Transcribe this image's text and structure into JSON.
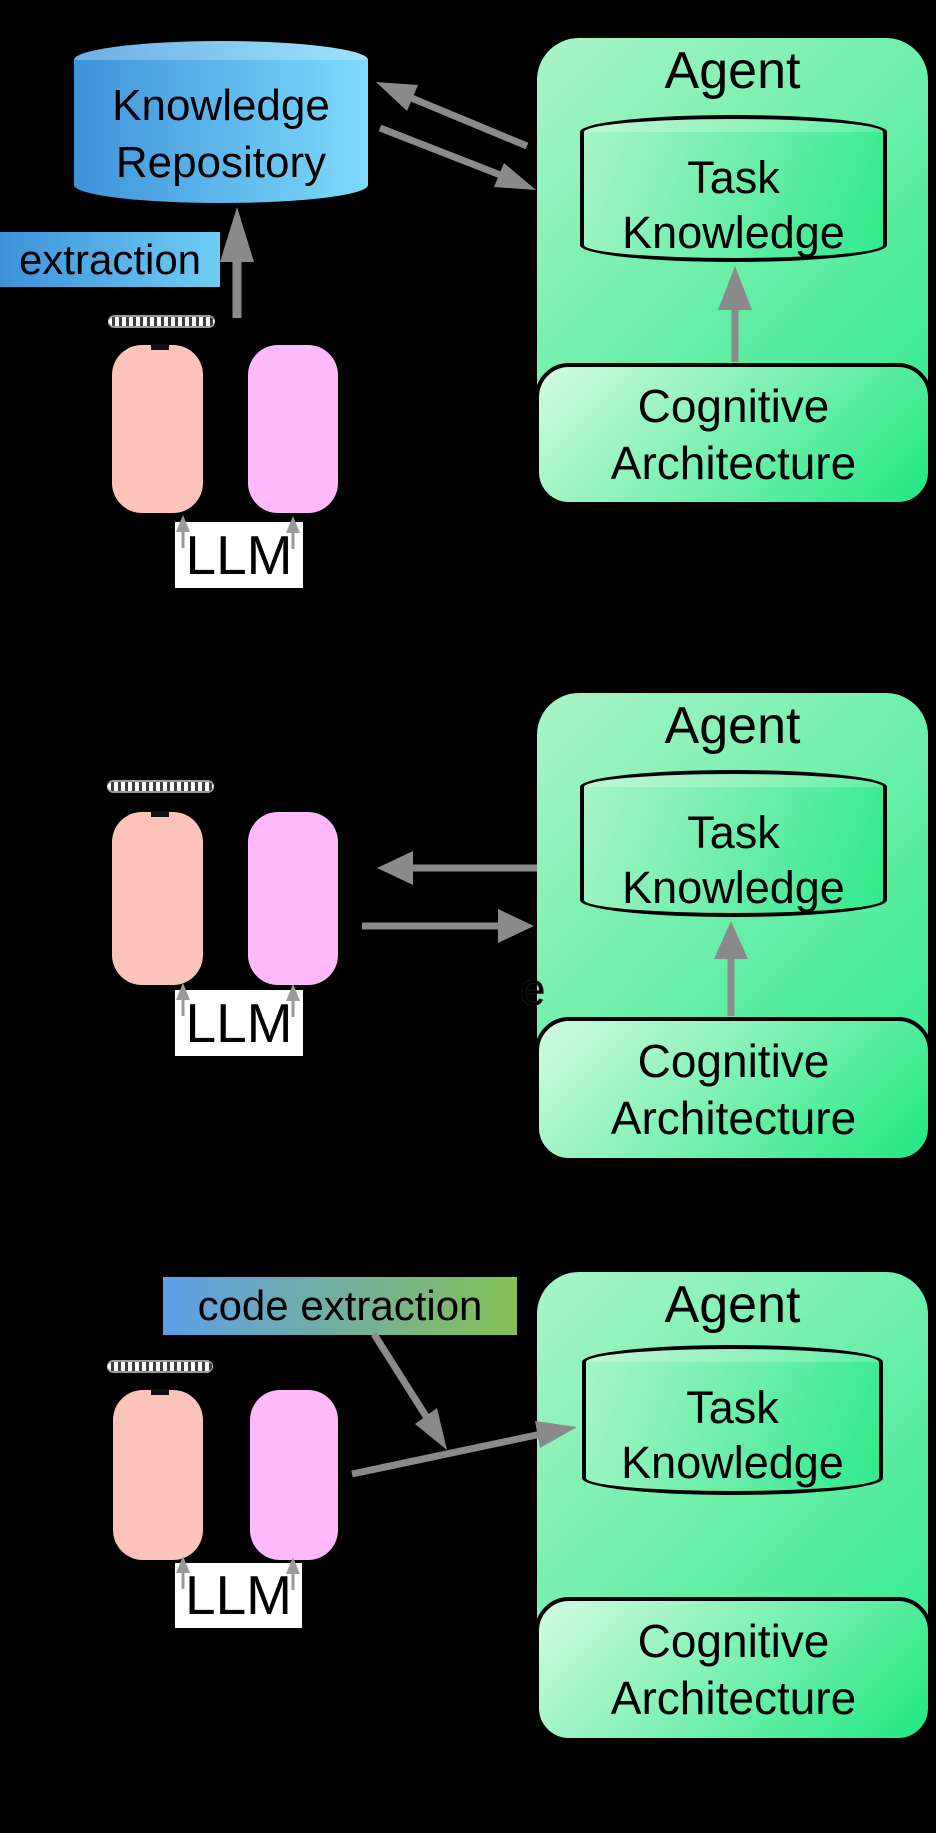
{
  "colors": {
    "background": "#000000",
    "arrow_gray": "#8a8a8a",
    "agent_gradient_start": "#a9f4c6",
    "agent_gradient_end": "#2ae98a",
    "cognitive_gradient_start": "#d3fae1",
    "cognitive_gradient_end": "#20e781",
    "task_cyl_gradient_start": "#a9f4c8",
    "task_cyl_gradient_end": "#30e98c",
    "repo_gradient_start": "#3e92da",
    "repo_gradient_end": "#7edbfb",
    "extraction_gradient_start": "#3e92da",
    "extraction_gradient_end": "#6ecdf4",
    "code_extraction_gradient_start": "#5f9fe8",
    "code_extraction_gradient_end": "#85bf55",
    "salmon": "#fcc3bb",
    "magenta": "#fdb9fa",
    "llm_bg": "#ffffff"
  },
  "panels": [
    {
      "name": "knowledge-repository-panel",
      "repository": {
        "line1": "Knowledge",
        "line2": "Repository"
      },
      "extraction_label": "extraction",
      "llm_label": "LLM",
      "agent": {
        "title": "Agent",
        "task": {
          "line1": "Task",
          "line2": "Knowledge"
        },
        "cognitive": {
          "line1": "Cognitive",
          "line2": "Architecture"
        }
      }
    },
    {
      "name": "direct-exchange-panel",
      "llm_label": "LLM",
      "partial_text": "e",
      "agent": {
        "title": "Agent",
        "task": {
          "line1": "Task",
          "line2": "Knowledge"
        },
        "cognitive": {
          "line1": "Cognitive",
          "line2": "Architecture"
        }
      }
    },
    {
      "name": "code-extraction-panel",
      "code_extraction_label": "code extraction",
      "llm_label": "LLM",
      "agent": {
        "title": "Agent",
        "task": {
          "line1": "Task",
          "line2": "Knowledge"
        },
        "cognitive": {
          "line1": "Cognitive",
          "line2": "Architecture"
        }
      }
    }
  ]
}
